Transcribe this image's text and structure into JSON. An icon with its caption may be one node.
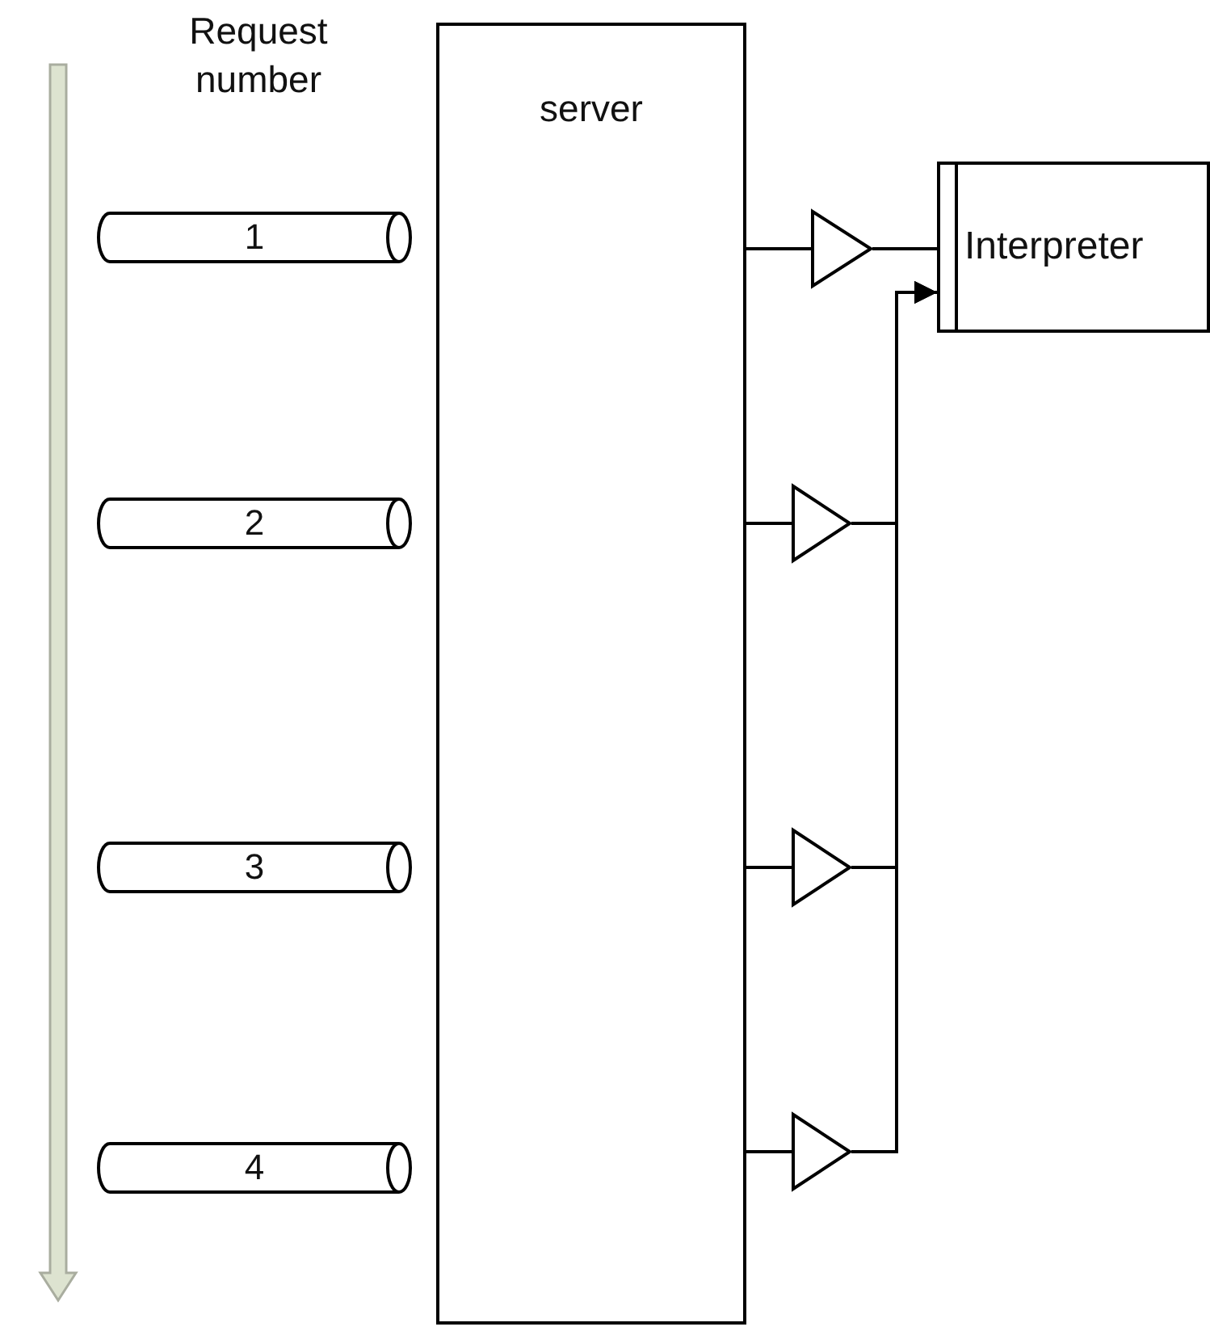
{
  "diagram": {
    "nodes": [
      {
        "text": [
          "1"
        ]
      },
      {
        "text": [
          "2"
        ]
      },
      {
        "text": [
          "3"
        ]
      },
      {
        "text": [
          "4"
        ]
      },
      {
        "text": [
          "server"
        ]
      },
      {
        "text": [],
        "shape": "triangle"
      },
      {
        "text": [],
        "shape": "triangle"
      },
      {
        "text": [],
        "shape": "triangle"
      },
      {
        "text": [],
        "shape": "triangle"
      },
      {
        "text": [
          "Interpreter"
        ]
      }
    ],
    "edges": [
      {
        "from": 4,
        "to": 5,
        "arrow": "none"
      },
      {
        "from": 4,
        "to": 6,
        "arrow": "none"
      },
      {
        "from": 4,
        "to": 7,
        "arrow": "none"
      },
      {
        "from": 4,
        "to": 8,
        "arrow": "none"
      },
      {
        "from": 5,
        "to": 9,
        "arrow": "none"
      },
      {
        "from": 6,
        "to": 9,
        "arrow": "to"
      },
      {
        "from": 7,
        "to": 9,
        "arrow": "to"
      },
      {
        "from": 8,
        "to": 9,
        "arrow": "to"
      }
    ],
    "labels": [
      "Request number"
    ]
  }
}
